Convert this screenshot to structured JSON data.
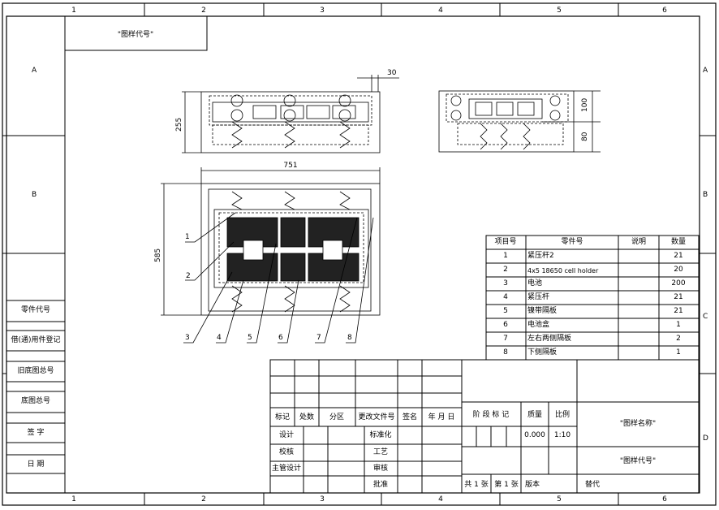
{
  "border": {
    "columns": [
      "1",
      "2",
      "3",
      "4",
      "5",
      "6"
    ],
    "rows": [
      "A",
      "B",
      "C",
      "D"
    ]
  },
  "top_left_box": "\"图样代号\"",
  "left_column_labels": [
    "零件代号",
    "借(通)用件登记",
    "旧底图总号",
    "底图总号",
    "签 字",
    "日 期"
  ],
  "dimensions": {
    "top_gap": "30",
    "height_top_view": "255",
    "width_front": "751",
    "height_front": "585",
    "side_upper": "100",
    "side_lower": "80"
  },
  "callouts": [
    "1",
    "2",
    "3",
    "4",
    "5",
    "6",
    "7",
    "8"
  ],
  "bom": {
    "headers": [
      "项目号",
      "零件号",
      "说明",
      "数量"
    ],
    "rows": [
      [
        "1",
        "紧压杆2",
        "",
        "21"
      ],
      [
        "2",
        "4x5 18650 cell holder",
        "",
        "20"
      ],
      [
        "3",
        "电池",
        "",
        "200"
      ],
      [
        "4",
        "紧压杆",
        "",
        "21"
      ],
      [
        "5",
        "镍带隔板",
        "",
        "21"
      ],
      [
        "6",
        "电池盒",
        "",
        "1"
      ],
      [
        "7",
        "左右两侧隔板",
        "",
        "2"
      ],
      [
        "8",
        "下侧隔板",
        "",
        "1"
      ]
    ]
  },
  "title_block": {
    "rev_headers": [
      "标记",
      "处数",
      "分区",
      "更改文件号",
      "签名",
      "年 月 日"
    ],
    "roles_left": [
      "设计",
      "校核",
      "主管设计"
    ],
    "roles_right": [
      "标准化",
      "工艺",
      "审核",
      "批准"
    ],
    "stage_label": "阶 段 标 记",
    "weight_label": "质量",
    "scale_label": "比例",
    "weight_value": "0.000",
    "scale_value": "1:10",
    "drawing_name": "\"图样名称\"",
    "drawing_code": "\"图样代号\"",
    "sheet_total": "共 1 张",
    "sheet_no": "第 1 张",
    "version": "版本",
    "replaces": "替代"
  }
}
